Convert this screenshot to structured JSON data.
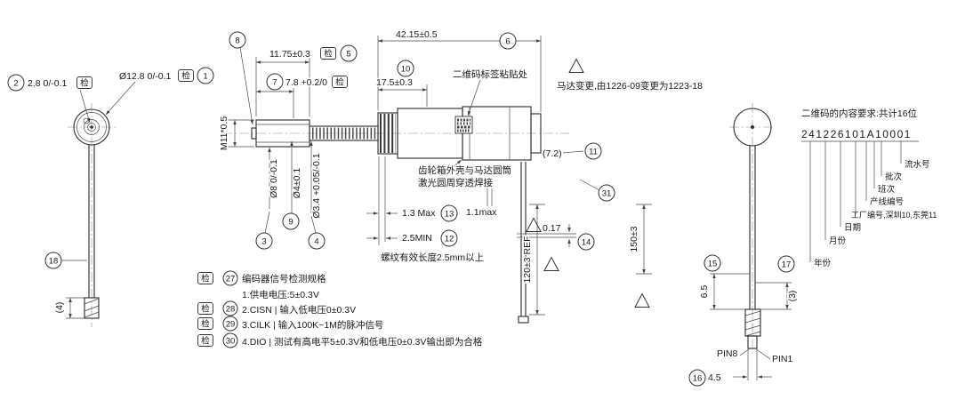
{
  "colors": {
    "ink": "#2a2a2a",
    "paper": "#ffffff"
  },
  "tags": {
    "inspection": "检"
  },
  "balloons": {
    "n1": "1",
    "n2": "2",
    "n3": "3",
    "n4": "4",
    "n5": "5",
    "n6": "6",
    "n7": "7",
    "n8": "8",
    "n9": "9",
    "n10": "10",
    "n11": "11",
    "n12": "12",
    "n13": "13",
    "n14": "14",
    "n15": "15",
    "n16": "16",
    "n17": "17",
    "n18": "18",
    "n27": "27",
    "n28": "28",
    "n29": "29",
    "n30": "30",
    "n31": "31"
  },
  "dims": {
    "d2_8": "2.8 0/-0.1",
    "d12_8": "Ø12.8 0/-0.1",
    "d4_paren": "(4)",
    "d11_75": "11.75±0.3",
    "d7_8": "7.8 +0.2/0",
    "d42_15": "42.15±0.5",
    "d17_5": "17.5±0.3",
    "m11": "M11*0.5",
    "d8": "Ø8 0/-0.1",
    "d4": "Ø4±0.1",
    "d3_4": "Ø3.4 +0.05/-0.1",
    "d1_3": "1.3 Max",
    "d2_5": "2.5MIN",
    "d1_1": "1.1max",
    "d7_2": "(7.2)",
    "d0_17": "0.17",
    "d120": "120±3 REF",
    "d150": "150±3",
    "d6_5": "6.5",
    "d3_paren": "(3)",
    "d4_5": "4.5",
    "pin8": "PIN8",
    "pin1": "PIN1"
  },
  "notes": {
    "motor_change": "马达变更,由1226-09变更为1223-18",
    "qr_label": "二维码标签粘贴处",
    "weld_line1": "齿轮箱外壳与马达圆筒",
    "weld_line2": "激光圆周穿透焊接",
    "thread_length": "螺纹有效长度2.5mm以上"
  },
  "encoder_spec": {
    "title": "编码器信号检测规格",
    "item1": "1.供电电压:5±0.3V",
    "item2": "2.CISN | 输入低电压0±0.3V",
    "item3": "3.CILK | 输入100K~1M的脉冲信号",
    "item4": "4.DIO | 测试有高电平5±0.3V和低电压0±0.3V输出即为合格"
  },
  "qr_block": {
    "title": "二维码的内容要求:共计16位",
    "code": "241226101A10001",
    "labels": {
      "serial": "流水号",
      "batch": "批次",
      "shift": "班次",
      "line_no": "产线编号",
      "factory": "工厂编号,深圳10,东莞11",
      "date": "日期",
      "month": "月份",
      "year": "年份"
    }
  }
}
